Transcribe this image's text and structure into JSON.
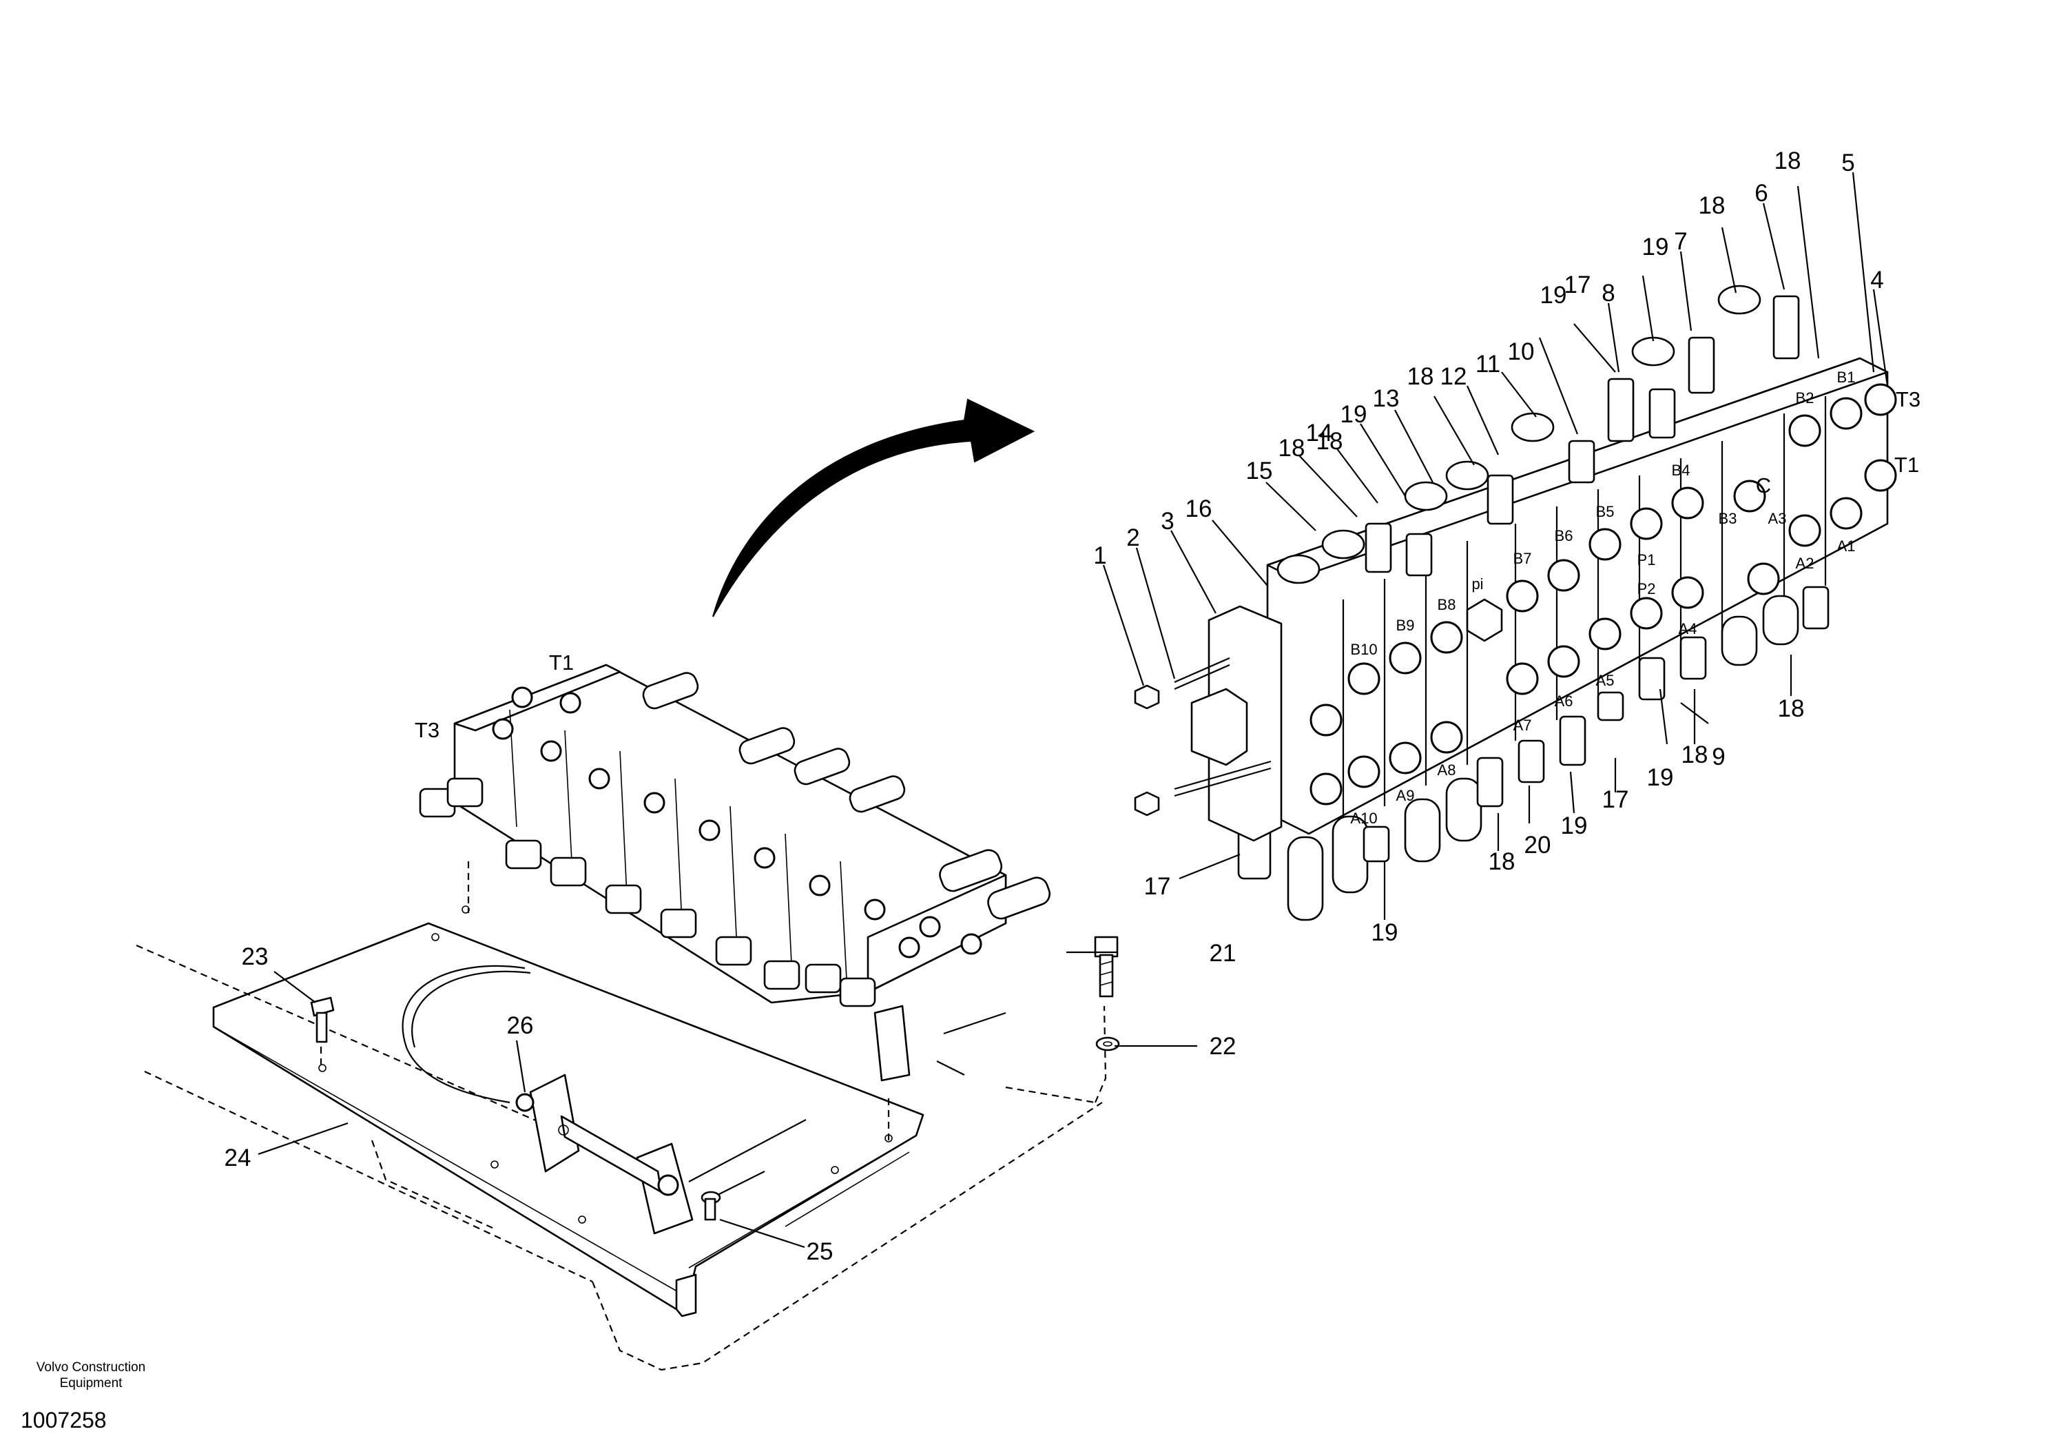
{
  "footer": {
    "company_line1": "Volvo Construction",
    "company_line2": "Equipment",
    "document_number": "1007258"
  },
  "callouts": [
    {
      "id": "1",
      "text": "1"
    },
    {
      "id": "2",
      "text": "2"
    },
    {
      "id": "3",
      "text": "3"
    },
    {
      "id": "4",
      "text": "4"
    },
    {
      "id": "5",
      "text": "5"
    },
    {
      "id": "6",
      "text": "6"
    },
    {
      "id": "7",
      "text": "7"
    },
    {
      "id": "8",
      "text": "8"
    },
    {
      "id": "9",
      "text": "9"
    },
    {
      "id": "10",
      "text": "10"
    },
    {
      "id": "11",
      "text": "11"
    },
    {
      "id": "12",
      "text": "12"
    },
    {
      "id": "13",
      "text": "13"
    },
    {
      "id": "14",
      "text": "14"
    },
    {
      "id": "15",
      "text": "15"
    },
    {
      "id": "16",
      "text": "16"
    },
    {
      "id": "17a",
      "text": "17"
    },
    {
      "id": "17b",
      "text": "17"
    },
    {
      "id": "17c",
      "text": "17"
    },
    {
      "id": "18a",
      "text": "18"
    },
    {
      "id": "18b",
      "text": "18"
    },
    {
      "id": "18c",
      "text": "18"
    },
    {
      "id": "18d",
      "text": "18"
    },
    {
      "id": "18e",
      "text": "18"
    },
    {
      "id": "18f",
      "text": "18"
    },
    {
      "id": "18g",
      "text": "18"
    },
    {
      "id": "18h",
      "text": "18"
    },
    {
      "id": "19a",
      "text": "19"
    },
    {
      "id": "19b",
      "text": "19"
    },
    {
      "id": "19c",
      "text": "19"
    },
    {
      "id": "19d",
      "text": "19"
    },
    {
      "id": "19e",
      "text": "19"
    },
    {
      "id": "19f",
      "text": "19"
    },
    {
      "id": "20",
      "text": "20"
    },
    {
      "id": "21",
      "text": "21"
    },
    {
      "id": "22",
      "text": "22"
    },
    {
      "id": "23",
      "text": "23"
    },
    {
      "id": "24",
      "text": "24"
    },
    {
      "id": "25",
      "text": "25"
    },
    {
      "id": "26",
      "text": "26"
    }
  ],
  "port_labels": {
    "t3_right": "T3",
    "t1_right": "T1",
    "b1": "B1",
    "b2": "B2",
    "b3": "B3",
    "b4": "B4",
    "b5": "B5",
    "b6": "B6",
    "b7": "B7",
    "b8": "B8",
    "b9": "B9",
    "b10": "B10",
    "a1": "A1",
    "a2": "A2",
    "a3": "A3",
    "a4": "A4",
    "a5": "A5",
    "a6": "A6",
    "a7": "A7",
    "a8": "A8",
    "a9": "A9",
    "a10": "A10",
    "p1": "P1",
    "p2": "P2",
    "pi": "pi",
    "c": "C",
    "t1_left": "T1",
    "t3_left": "T3"
  }
}
